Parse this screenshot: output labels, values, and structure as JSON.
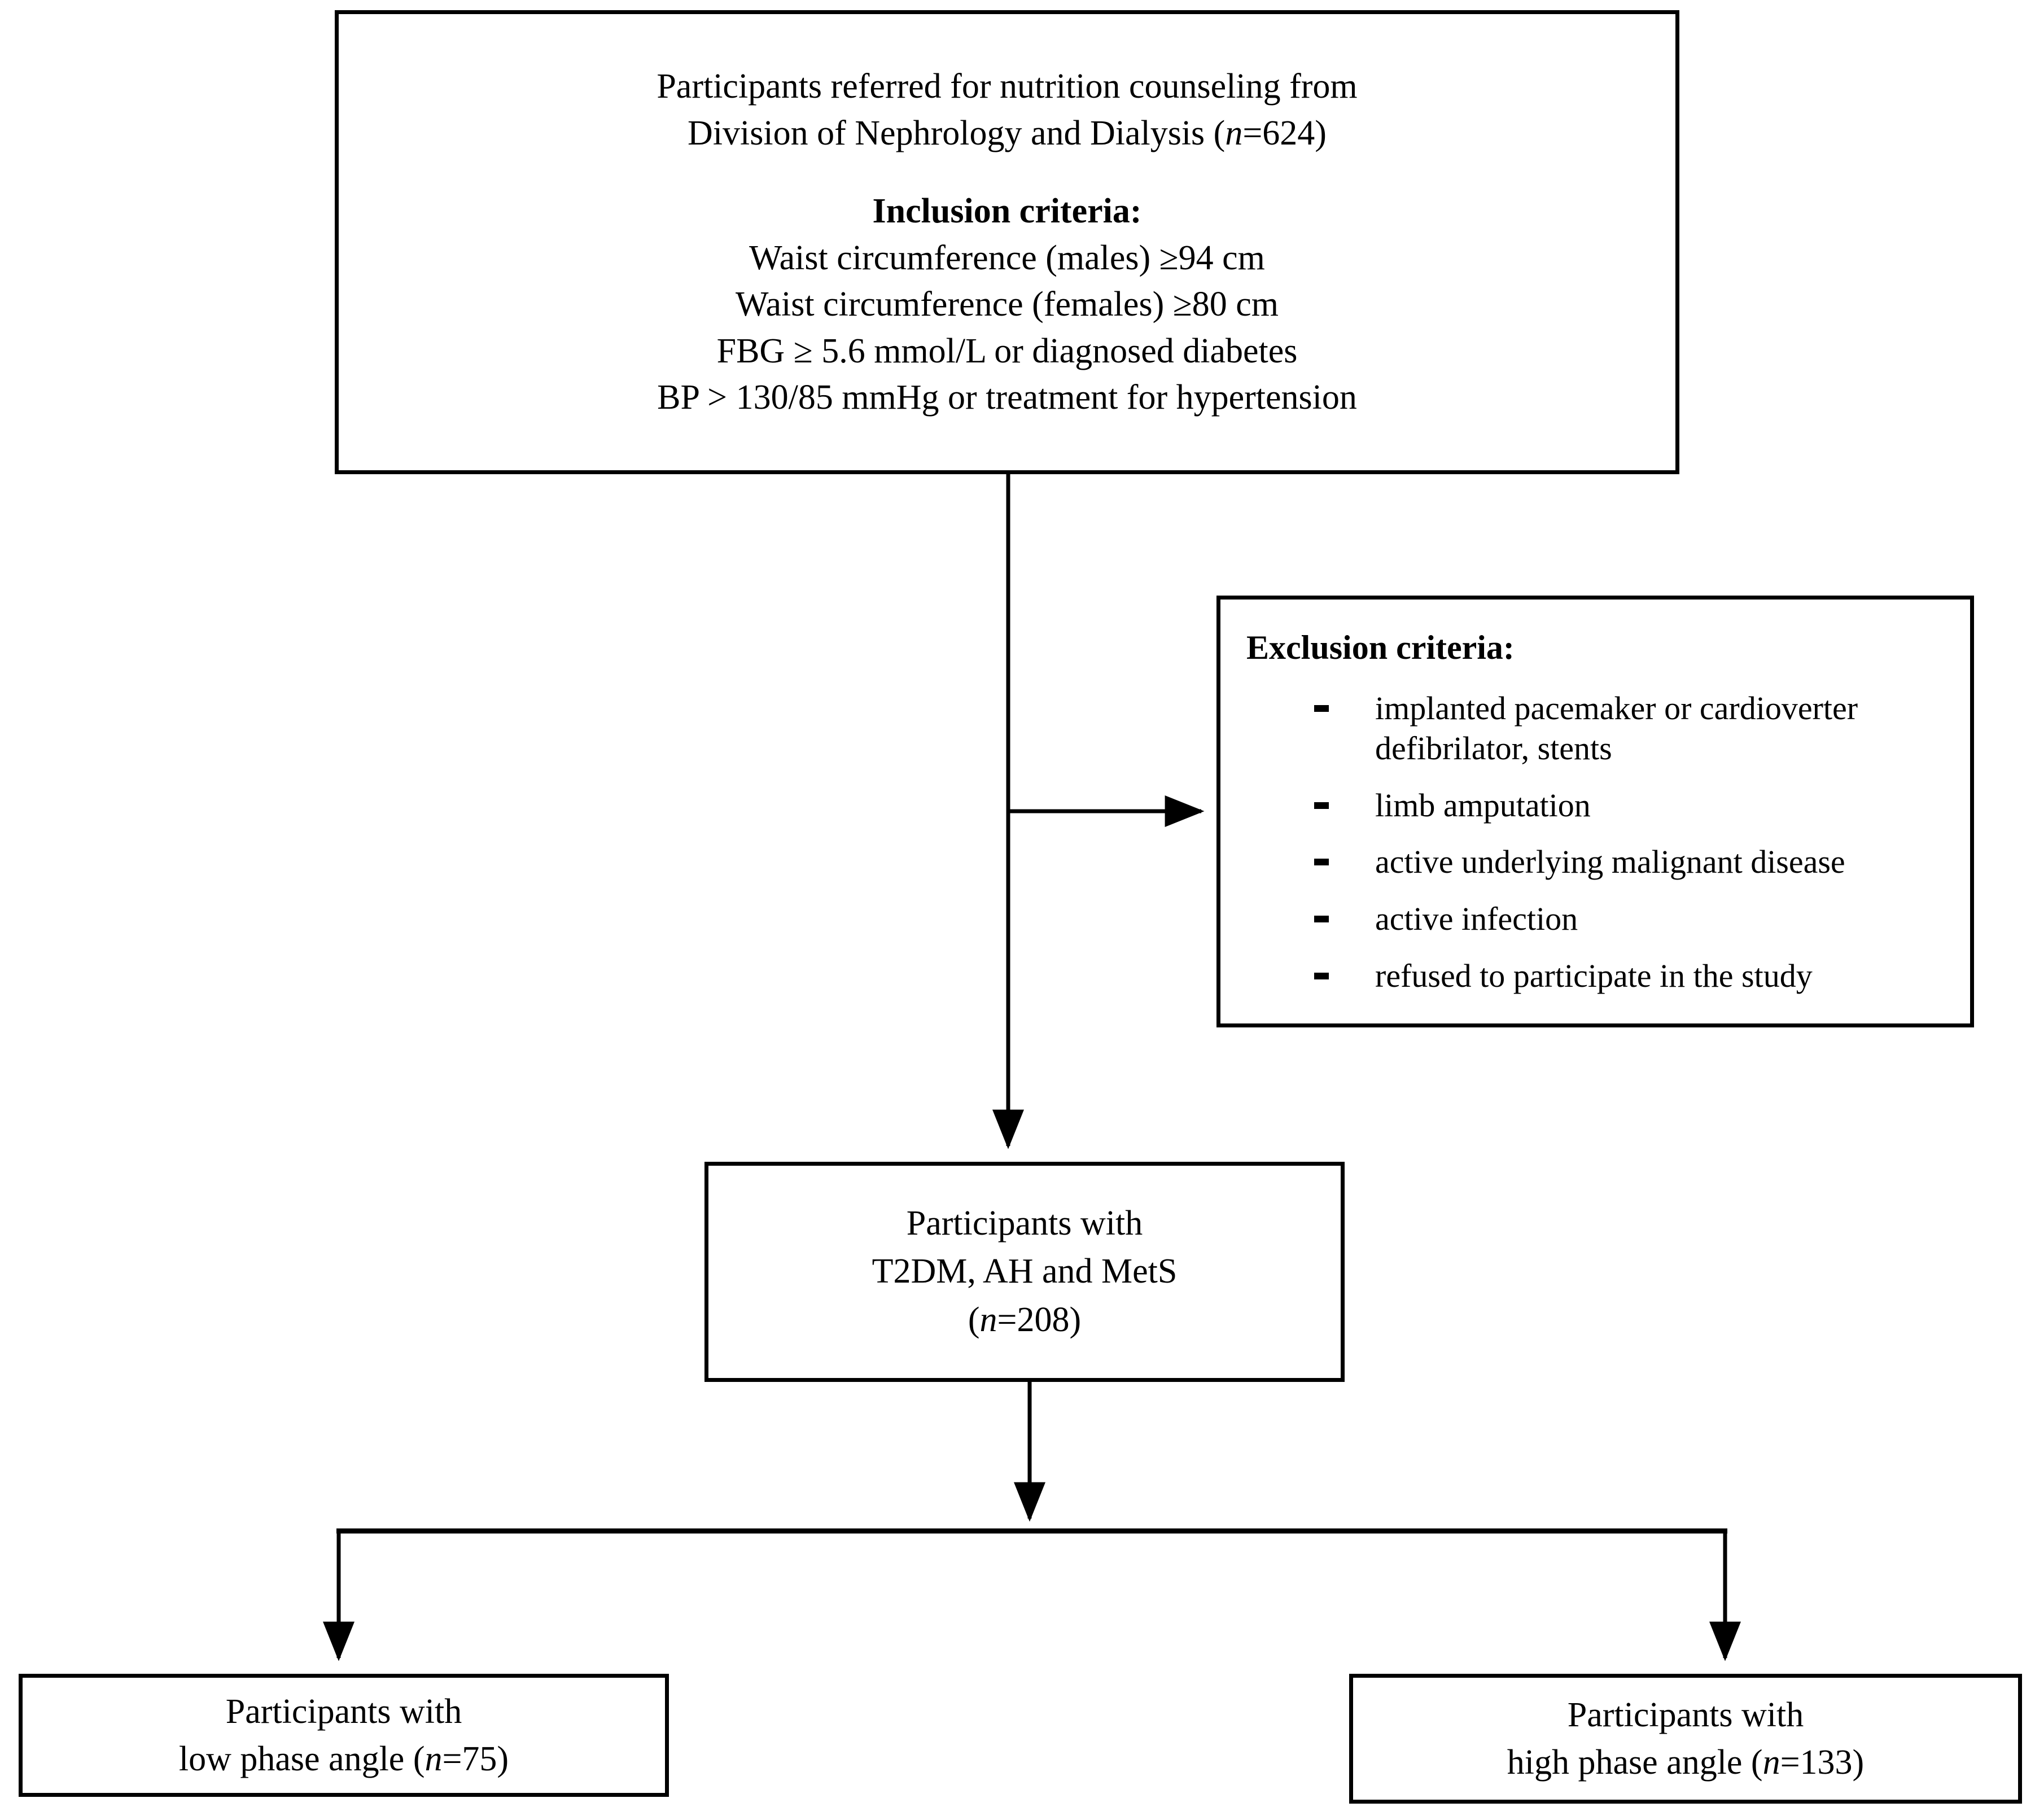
{
  "diagram": {
    "type": "study-flow-chart",
    "colors": {
      "stroke": "#000000",
      "background": "#ffffff",
      "text": "#000000"
    }
  },
  "source_box": {
    "line1": "Participants referred for nutrition counseling from",
    "line2_pre": "Division of Nephrology and Dialysis (",
    "line2_n": "n",
    "line2_post": "=624)",
    "inclusion_heading": "Inclusion criteria:",
    "criteria": [
      "Waist circumference (males) ≥94 cm",
      "Waist circumference (females) ≥80 cm",
      "FBG ≥ 5.6 mmol/L or diagnosed diabetes",
      "BP > 130/85 mmHg or treatment for hypertension"
    ]
  },
  "exclusion_box": {
    "heading": "Exclusion criteria:",
    "items": [
      "implanted pacemaker or cardioverter defibrilator, stents",
      "limb amputation",
      "active underlying malignant disease",
      "active infection",
      "refused to participate in the study"
    ]
  },
  "cohort_box": {
    "line1": "Participants with",
    "line2": "T2DM, AH and MetS",
    "line3_pre": "(",
    "line3_n": "n",
    "line3_post": "=208)"
  },
  "low_box": {
    "line1": "Participants with",
    "line2_pre": "low phase angle (",
    "line2_n": "n",
    "line2_post": "=75)"
  },
  "high_box": {
    "line1": "Participants with",
    "line2_pre": "high phase angle (",
    "line2_n": "n",
    "line2_post": "=133)"
  },
  "connectors": {
    "source_to_cohort": "vertical-arrow",
    "source_to_exclusion": "horizontal-arrow-right",
    "cohort_to_low": "elbow-arrow-down-left",
    "cohort_to_high": "elbow-arrow-down-right"
  }
}
